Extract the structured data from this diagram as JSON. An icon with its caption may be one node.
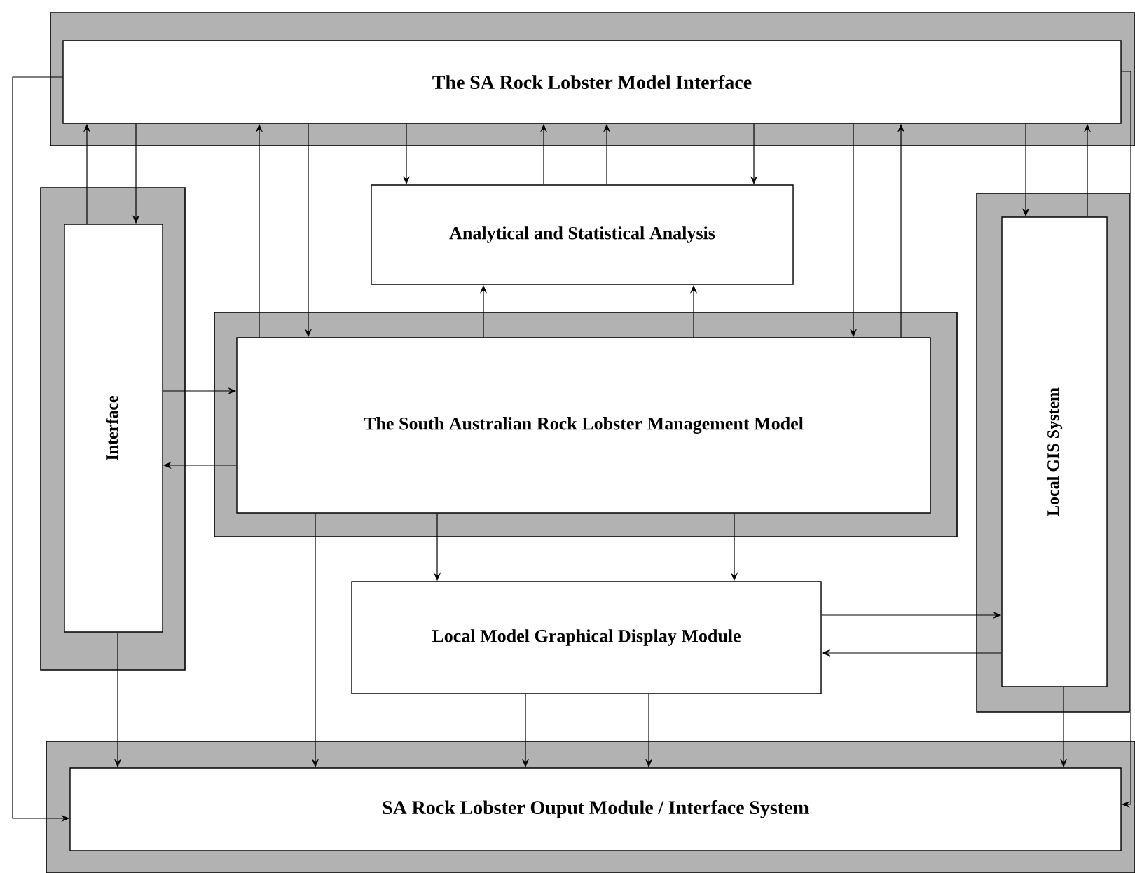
{
  "diagram": {
    "nodes": [
      {
        "text": [
          "The SA Rock Lobster Model Interface"
        ]
      },
      {
        "text": [
          "Interface"
        ]
      },
      {
        "text": [
          "Analytical and Statistical Analysis"
        ]
      },
      {
        "text": [
          "The South Australian Rock Lobster Management Model"
        ]
      },
      {
        "text": [
          "Local GIS System"
        ]
      },
      {
        "text": [
          "Local Model Graphical Display Module"
        ]
      },
      {
        "text": [
          "SA Rock Lobster Ouput Module / Interface System"
        ]
      }
    ],
    "edges": [
      {
        "from": 1,
        "to": 0,
        "arrow": "to"
      },
      {
        "from": 0,
        "to": 1,
        "arrow": "to"
      },
      {
        "from": 3,
        "to": 0,
        "arrow": "to"
      },
      {
        "from": 0,
        "to": 3,
        "arrow": "to"
      },
      {
        "from": 0,
        "to": 2,
        "arrow": "to"
      },
      {
        "from": 2,
        "to": 0,
        "arrow": "to"
      },
      {
        "from": 2,
        "to": 0,
        "arrow": "to"
      },
      {
        "from": 0,
        "to": 2,
        "arrow": "to"
      },
      {
        "from": 3,
        "to": 2,
        "arrow": "to"
      },
      {
        "from": 3,
        "to": 2,
        "arrow": "to"
      },
      {
        "from": 0,
        "to": 3,
        "arrow": "to"
      },
      {
        "from": 3,
        "to": 0,
        "arrow": "to"
      },
      {
        "from": 0,
        "to": 4,
        "arrow": "to"
      },
      {
        "from": 4,
        "to": 0,
        "arrow": "to"
      },
      {
        "from": 1,
        "to": 3,
        "arrow": "to"
      },
      {
        "from": 3,
        "to": 1,
        "arrow": "to"
      },
      {
        "from": 3,
        "to": 5,
        "arrow": "to"
      },
      {
        "from": 3,
        "to": 5,
        "arrow": "to"
      },
      {
        "from": 5,
        "to": 4,
        "arrow": "to"
      },
      {
        "from": 4,
        "to": 5,
        "arrow": "to"
      },
      {
        "from": 1,
        "to": 6,
        "arrow": "to"
      },
      {
        "from": 3,
        "to": 6,
        "arrow": "to"
      },
      {
        "from": 5,
        "to": 6,
        "arrow": "to"
      },
      {
        "from": 5,
        "to": 6,
        "arrow": "to"
      },
      {
        "from": 4,
        "to": 6,
        "arrow": "to"
      },
      {
        "from": 0,
        "to": 6,
        "arrow": "to"
      },
      {
        "from": 0,
        "to": 6,
        "arrow": "to"
      }
    ]
  }
}
